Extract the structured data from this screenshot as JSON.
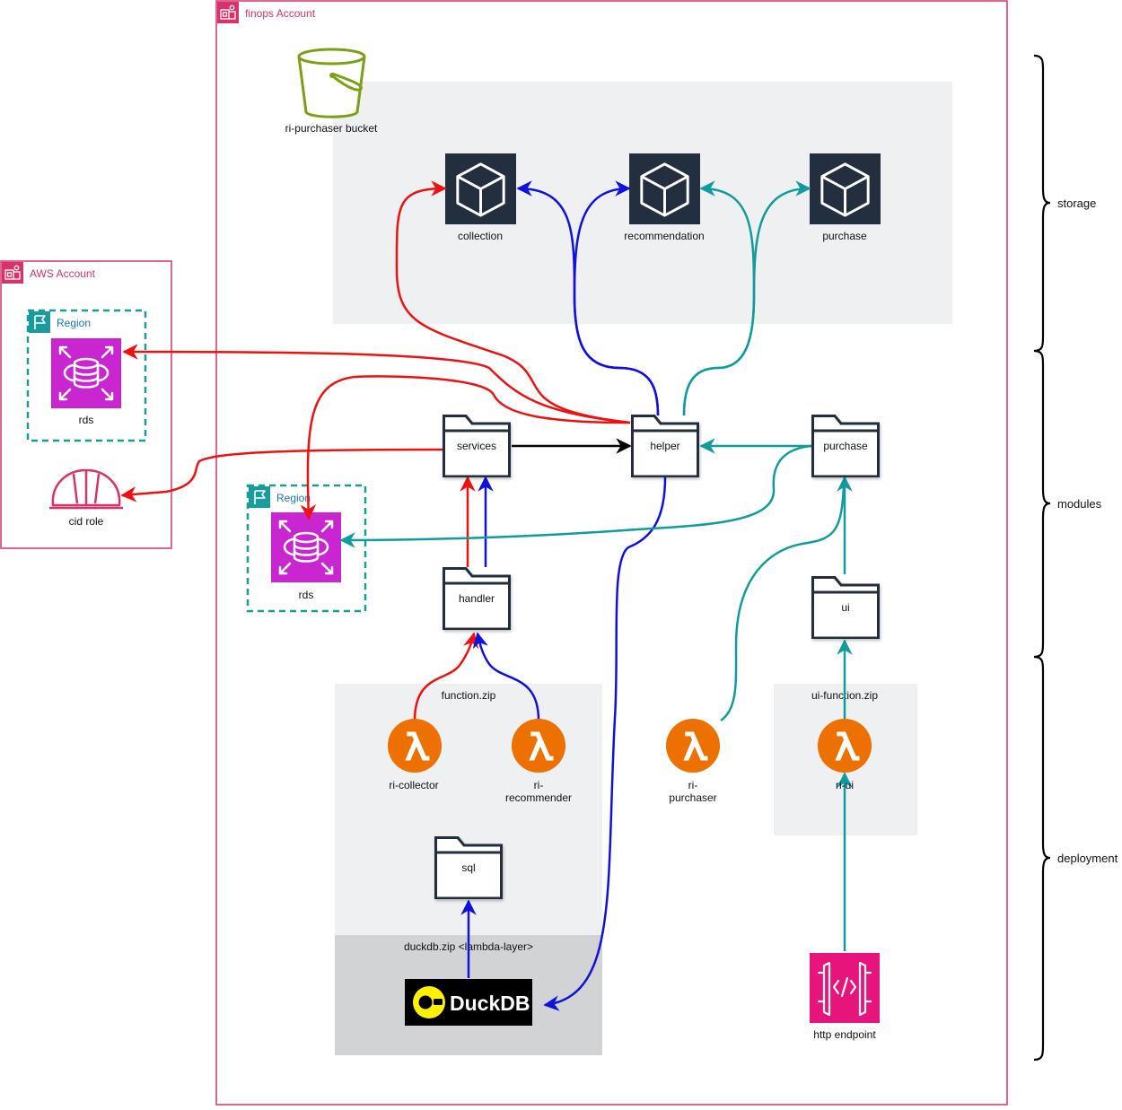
{
  "accounts": {
    "finops": "finops Account",
    "aws": "AWS Account"
  },
  "regions": {
    "aws_region": "Region",
    "finops_region": "Region"
  },
  "storage": {
    "bucket": "ri-purchaser bucket",
    "collection": "collection",
    "recommendation": "recommendation",
    "purchase": "purchase"
  },
  "modules": {
    "services": "services",
    "helper": "helper",
    "purchase": "purchase",
    "handler": "handler",
    "ui": "ui",
    "sql": "sql"
  },
  "aws_account_items": {
    "rds": "rds",
    "cid_role": "cid role"
  },
  "finops_rds": "rds",
  "packages": {
    "function_zip": "function.zip",
    "ui_function_zip": "ui-function.zip",
    "duckdb_zip": "duckdb.zip <lambda-layer>"
  },
  "lambdas": {
    "collector": "ri-collector",
    "recommender_line1": "ri-",
    "recommender_line2": "recommender",
    "purchaser_line1": "ri-",
    "purchaser_line2": "purchaser",
    "ui": "ri-ui"
  },
  "duckdb_logo": "DuckDB",
  "http_endpoint": "http endpoint",
  "sections": {
    "storage": "storage",
    "modules": "modules",
    "deployment": "deployment"
  },
  "colors": {
    "account_border": "#d6336c",
    "region_border": "#1a9c9c",
    "group_fill": "#eff0f2",
    "layer_fill": "#d2d3d5",
    "storage_icon_bg": "#232f3e",
    "rds_fill": "#c925d1",
    "lambda_fill": "#ed7100",
    "apigw_fill": "#e7157b",
    "bucket_stroke": "#7aa116",
    "edge_red": "#ee1111",
    "edge_blue": "#1111dd",
    "edge_teal": "#109c9c",
    "edge_black": "#000000"
  }
}
